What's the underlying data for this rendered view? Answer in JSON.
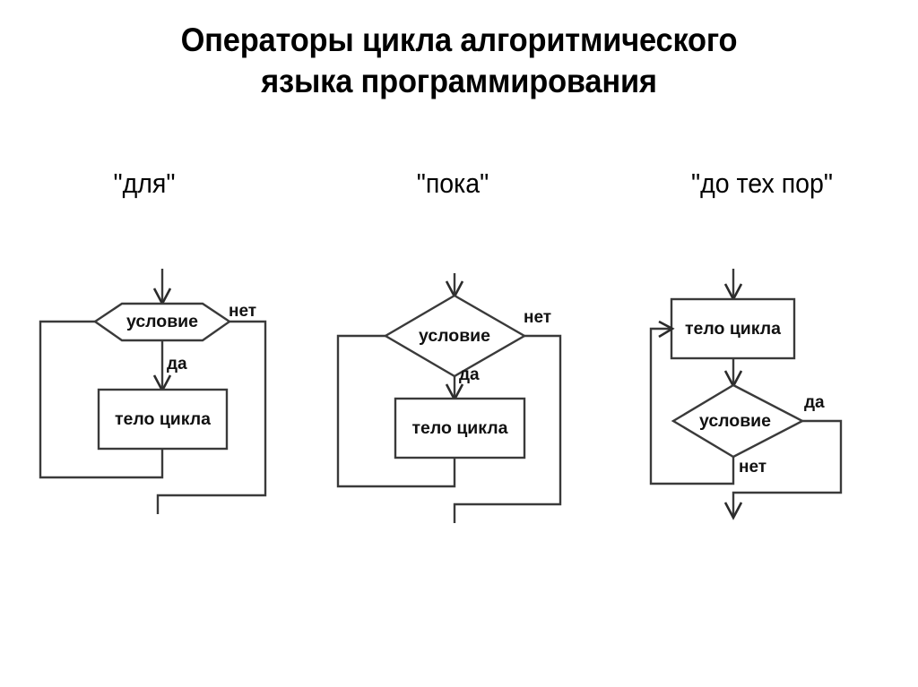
{
  "slide": {
    "background": "#ffffff",
    "line_color": "#3a3a3a",
    "text_color": "#000000"
  },
  "title": {
    "line1": "Операторы цикла алгоритмического",
    "line2": "языка программирования"
  },
  "captions": {
    "for": "\"для\"",
    "while": "\"пока\"",
    "until": "\"до тех пор\""
  },
  "diagrams": [
    {
      "id": "for-loop",
      "caption": "\"для\"",
      "condition_shape": "hexagon",
      "nodes": {
        "condition": "условие",
        "body": "тело цикла"
      },
      "edges": {
        "yes": "да",
        "no": "нет"
      }
    },
    {
      "id": "while-loop",
      "caption": "\"пока\"",
      "condition_shape": "diamond",
      "nodes": {
        "condition": "условие",
        "body": "тело цикла"
      },
      "edges": {
        "yes": "да",
        "no": "нет"
      }
    },
    {
      "id": "until-loop",
      "caption": "\"до тех пор\"",
      "condition_shape": "diamond",
      "nodes": {
        "body": "тело цикла",
        "condition": "условие"
      },
      "edges": {
        "yes": "да",
        "no": "нет"
      }
    }
  ]
}
